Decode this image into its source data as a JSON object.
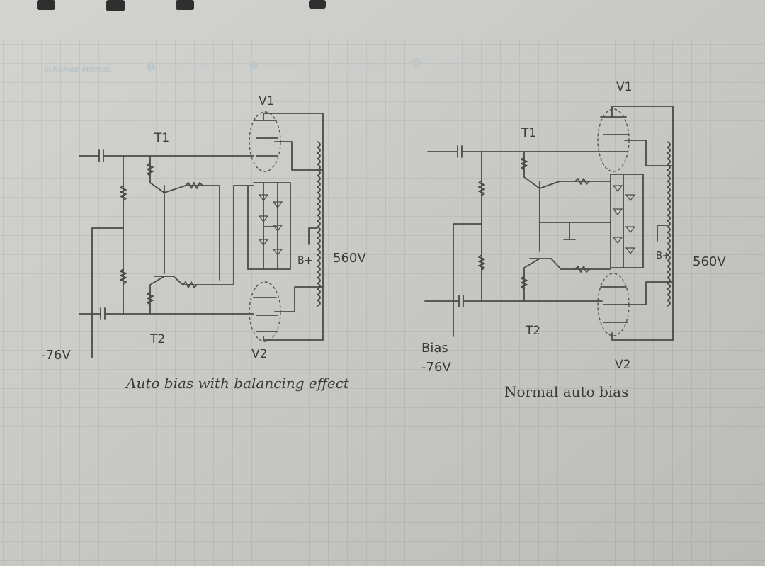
{
  "brand_strip": {
    "heading": "OUR BRAND PROMISE:",
    "items": [
      {
        "number": "1",
        "label": "Global Leadership"
      },
      {
        "number": "2",
        "label": "Technology Commercialization"
      },
      {
        "number": "3",
        "label": "Safest Choice"
      }
    ]
  },
  "left_circuit": {
    "title": "Auto bias with balancing effect",
    "top_tube": "V1",
    "bottom_tube": "V2",
    "top_transistor": "T1",
    "bottom_transistor": "T2",
    "supply_label": "B+",
    "supply_voltage": "560V",
    "bias_voltage": "-76V"
  },
  "right_circuit": {
    "title": "Normal auto bias",
    "top_tube": "V1",
    "bottom_tube": "V2",
    "top_transistor": "T1",
    "bottom_transistor": "T2",
    "supply_label": "B+",
    "supply_voltage": "560V",
    "bias_label": "Bias",
    "bias_voltage": "-76V"
  },
  "colors": {
    "paper": "#cfcfcb",
    "grid": "#b3b7b6",
    "ink": "#3a3a3a",
    "brand_text": "#c4ccce"
  }
}
